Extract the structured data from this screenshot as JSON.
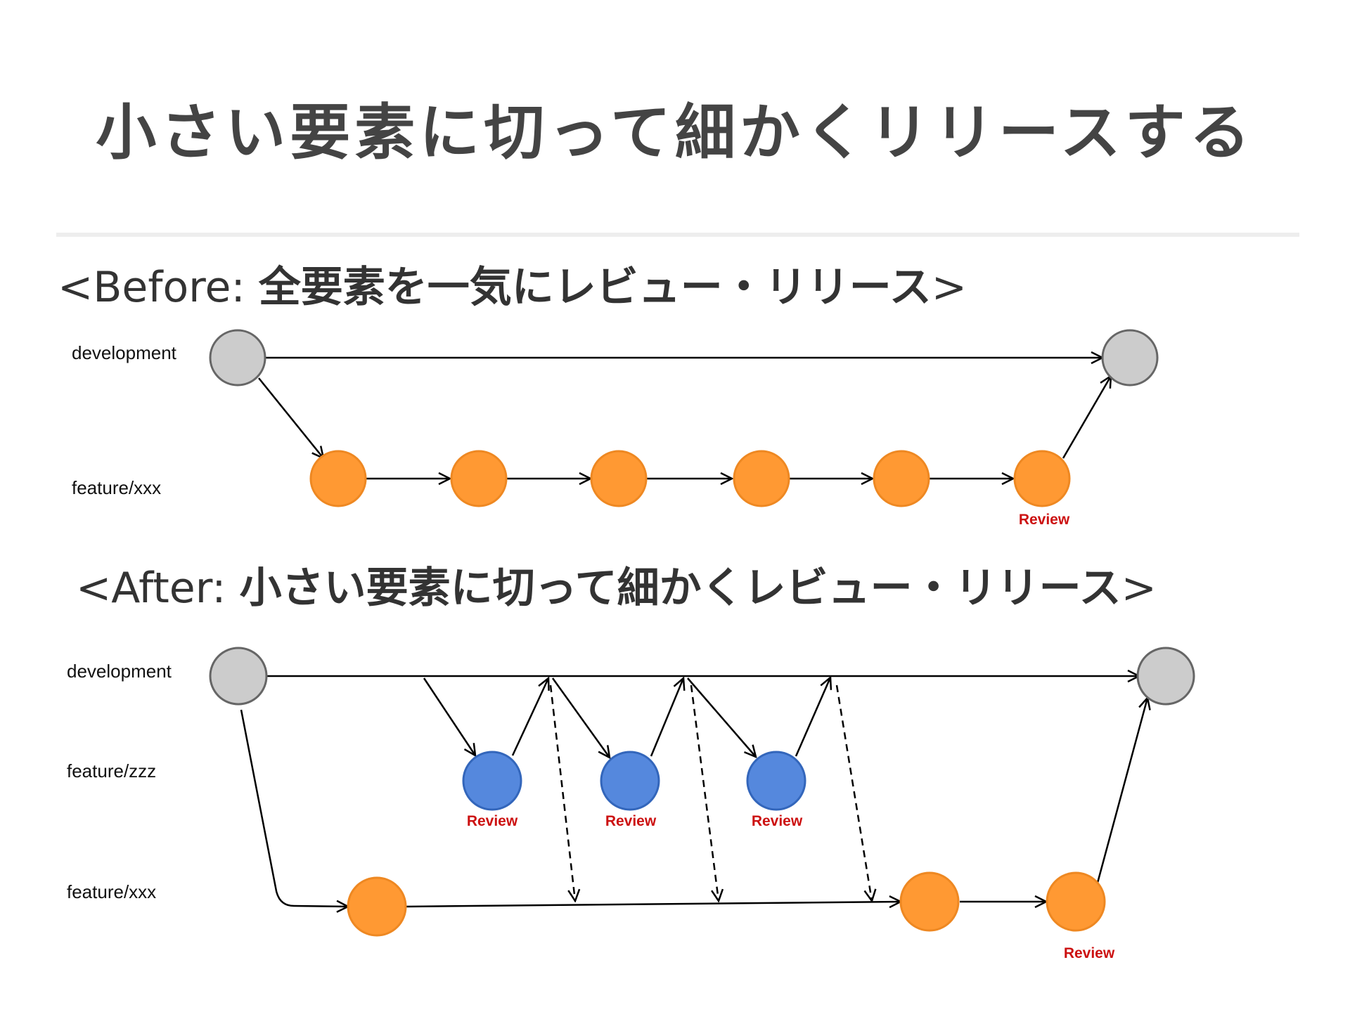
{
  "slide": {
    "title": "小さい要素に切って細かくリリースする"
  },
  "before": {
    "heading_prefix": "<Before: ",
    "heading_jp": "全要素を一気にレビュー・リリース",
    "heading_suffix": ">",
    "branches": {
      "development": "development",
      "feature": "feature/xxx"
    },
    "feature_commit_count": 6,
    "review_label": "Review"
  },
  "after": {
    "heading_prefix": "<After: ",
    "heading_jp": "小さい要素に切って細かくレビュー・リリース",
    "heading_suffix": ">",
    "branches": {
      "development": "development",
      "zzz": "feature/zzz",
      "feature": "feature/xxx"
    },
    "zzz_commit_count": 3,
    "review_label": "Review"
  },
  "colors": {
    "dev_node": "#cccccc",
    "dev_stroke": "#666666",
    "feature_node": "#ff9933",
    "feature_stroke": "#ee8822",
    "zzz_node": "#5588dd",
    "zzz_stroke": "#3366bb",
    "review_text": "#cc1111"
  }
}
